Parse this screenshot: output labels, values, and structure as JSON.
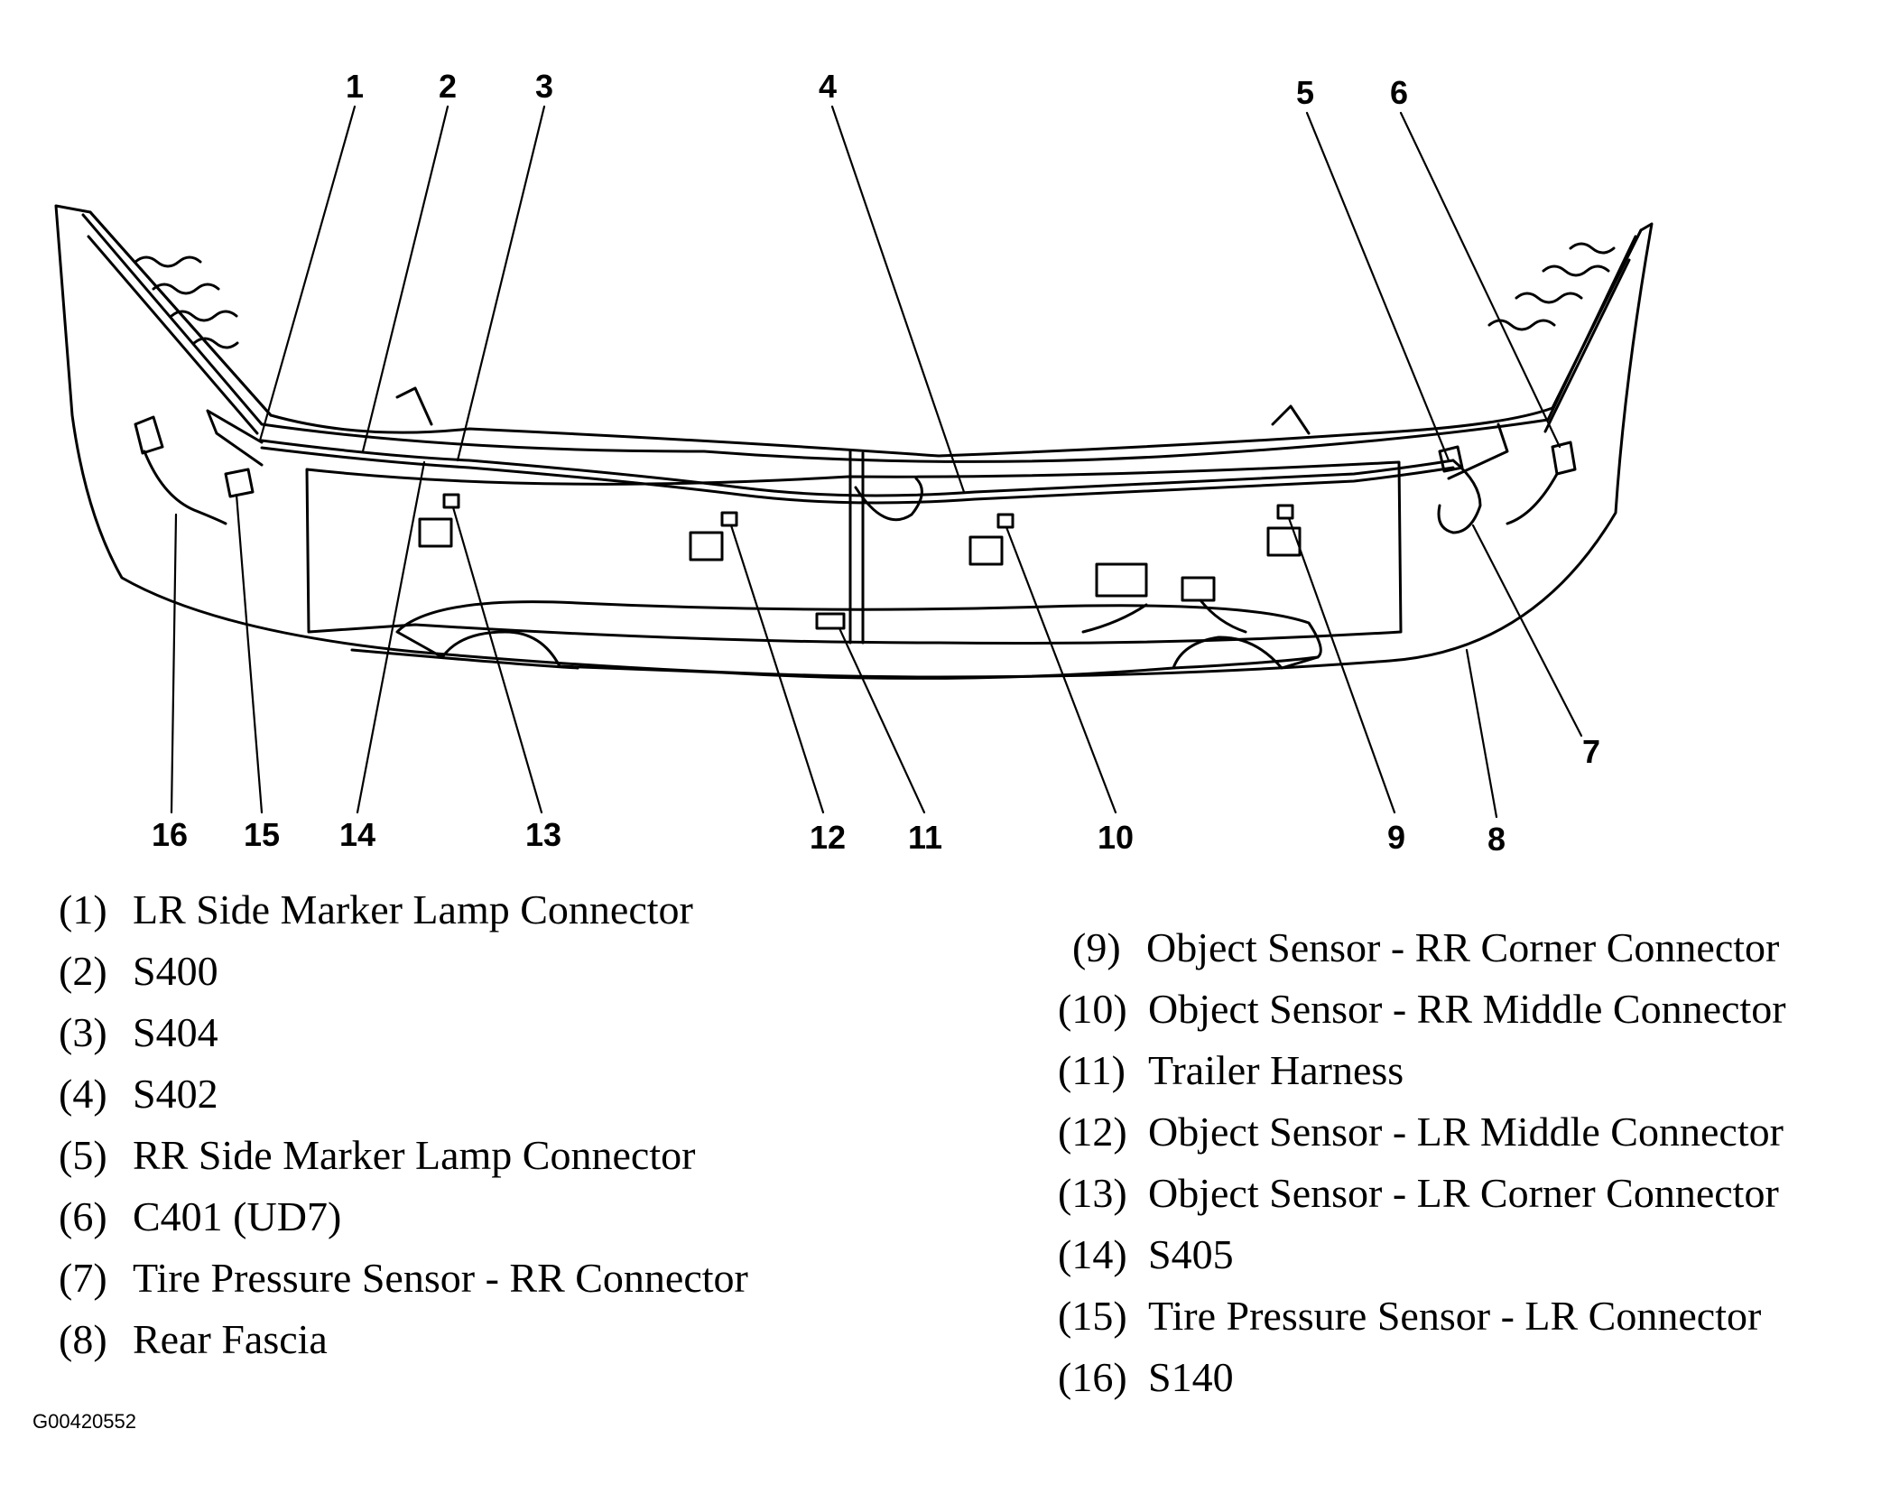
{
  "callouts": [
    "1",
    "2",
    "3",
    "4",
    "5",
    "6",
    "7",
    "8",
    "9",
    "10",
    "11",
    "12",
    "13",
    "14",
    "15",
    "16"
  ],
  "legend_left": [
    {
      "idx": "(1)",
      "text": "LR Side Marker Lamp Connector"
    },
    {
      "idx": "(2)",
      "text": "S400"
    },
    {
      "idx": "(3)",
      "text": "S404"
    },
    {
      "idx": "(4)",
      "text": "S402"
    },
    {
      "idx": "(5)",
      "text": "RR Side Marker Lamp Connector"
    },
    {
      "idx": "(6)",
      "text": "C401 (UD7)"
    },
    {
      "idx": "(7)",
      "text": "Tire Pressure Sensor - RR Connector"
    },
    {
      "idx": "(8)",
      "text": "Rear Fascia"
    }
  ],
  "legend_right": [
    {
      "idx": "(9)",
      "text": "Object Sensor - RR Corner Connector"
    },
    {
      "idx": "(10)",
      "text": "Object Sensor - RR Middle Connector"
    },
    {
      "idx": "(11)",
      "text": "Trailer Harness"
    },
    {
      "idx": "(12)",
      "text": "Object Sensor - LR Middle Connector"
    },
    {
      "idx": "(13)",
      "text": "Object Sensor - LR Corner Connector"
    },
    {
      "idx": "(14)",
      "text": "S405"
    },
    {
      "idx": "(15)",
      "text": "Tire Pressure Sensor - LR Connector"
    },
    {
      "idx": "(16)",
      "text": "S140"
    }
  ],
  "figure_code": "G00420552"
}
